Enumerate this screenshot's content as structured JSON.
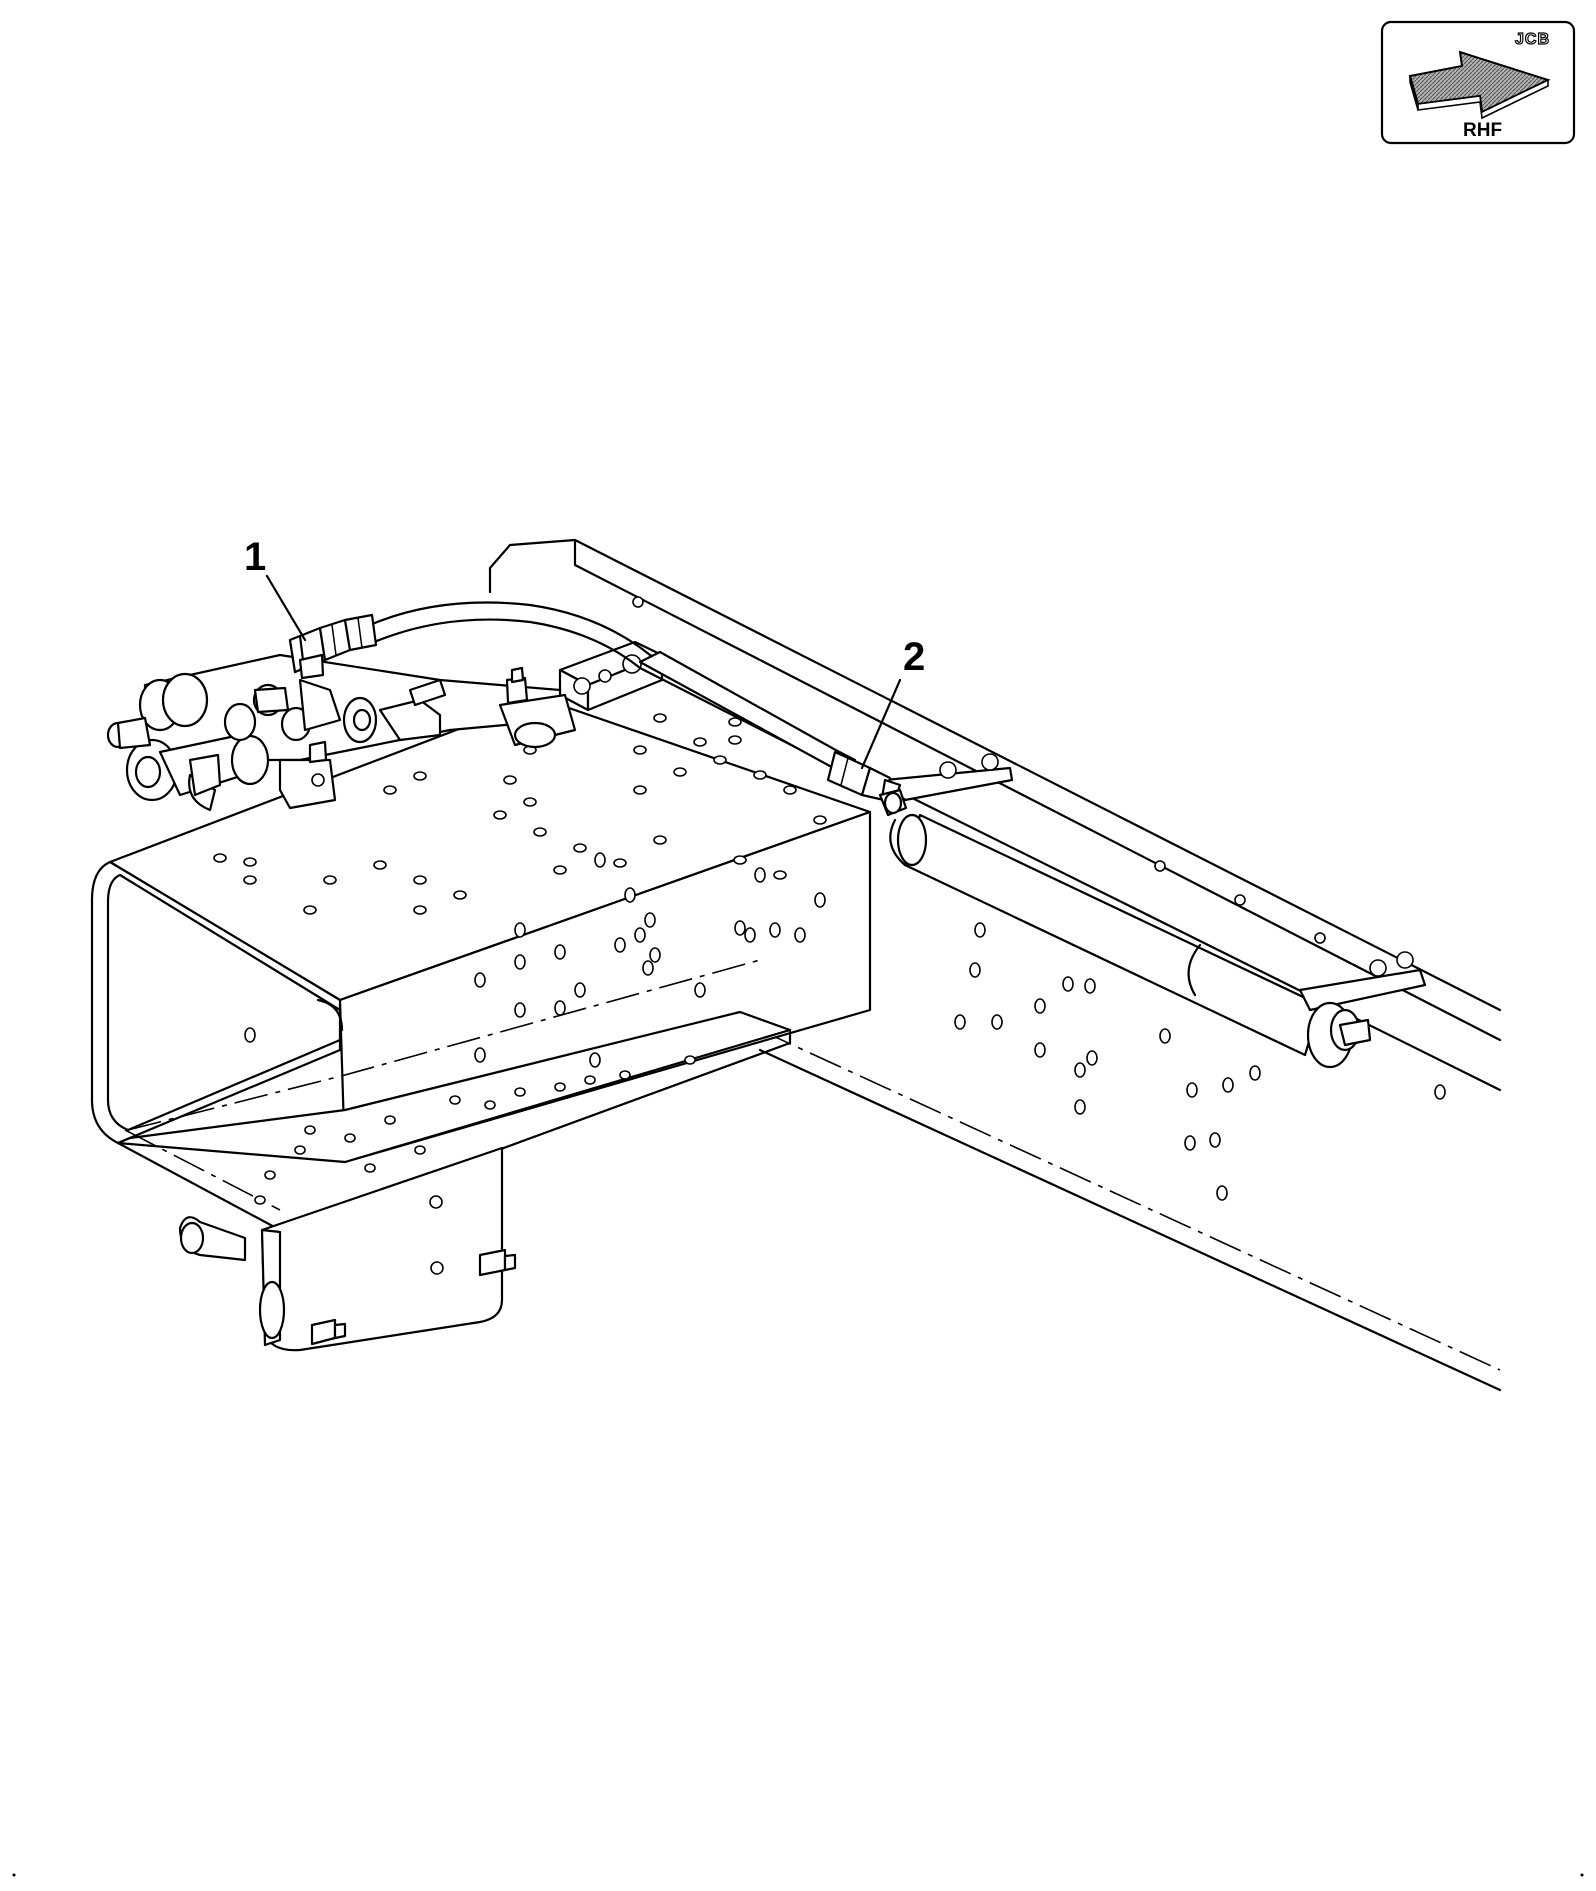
{
  "callouts": [
    {
      "id": "1",
      "label": "1"
    },
    {
      "id": "2",
      "label": "2"
    }
  ],
  "orientation_badge": {
    "label": "RHF",
    "brand": "JCB"
  },
  "colors": {
    "line": "#000000",
    "background": "#ffffff",
    "arrow_shade": "#8c8c8c"
  }
}
